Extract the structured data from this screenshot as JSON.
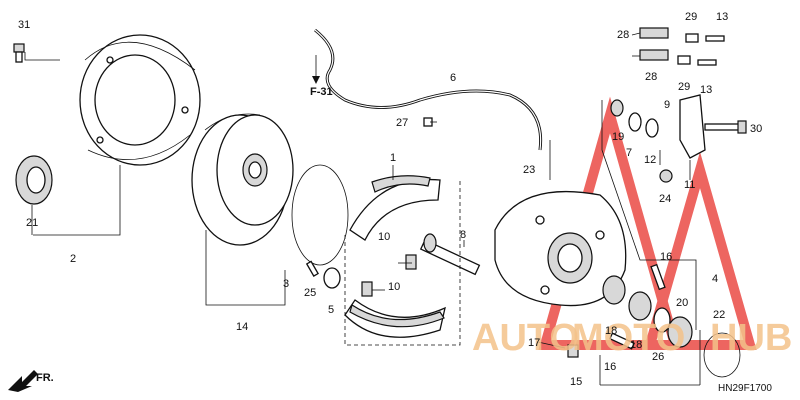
{
  "diagram": {
    "code": "HN29F1700",
    "ref_label": "F-31",
    "front_label": "FR.",
    "watermark": {
      "text_left": "AUTO",
      "text_mid": "MOTO",
      "text_right": "HUB",
      "color_text": "#f4a95a",
      "color_logo": "#e8322c"
    },
    "callouts": [
      "1",
      "2",
      "3",
      "4",
      "5",
      "6",
      "7",
      "8",
      "9",
      "10",
      "10",
      "11",
      "12",
      "13",
      "13",
      "14",
      "15",
      "16",
      "16",
      "17",
      "18",
      "18",
      "19",
      "20",
      "21",
      "22",
      "23",
      "24",
      "25",
      "26",
      "27",
      "28",
      "28",
      "29",
      "29",
      "30",
      "31"
    ]
  }
}
